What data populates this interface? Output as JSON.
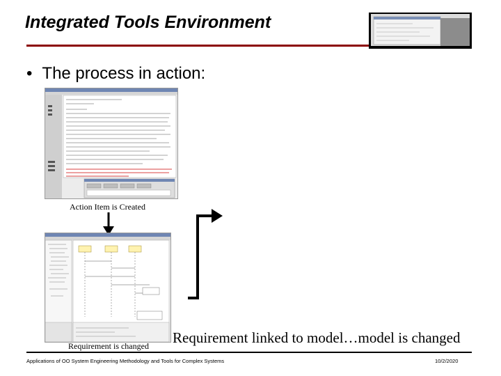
{
  "slide": {
    "title": "Integrated Tools Environment",
    "bullet": "The process in action:",
    "bullet_marker": "•"
  },
  "captions": {
    "action_item": "Action Item is Created",
    "requirement_changed": "Requirement is changed",
    "linked": "Requirement linked to model…model is changed"
  },
  "footer": {
    "left": "Applications of OO System Engineering Methodology and Tools for Complex Systems",
    "right": "10/2/2020"
  },
  "colors": {
    "title_rule": "#8b0000",
    "screenshot_bg": "#ececec",
    "red_text": "#cc0000",
    "note_yellow": "#fff3b0"
  }
}
